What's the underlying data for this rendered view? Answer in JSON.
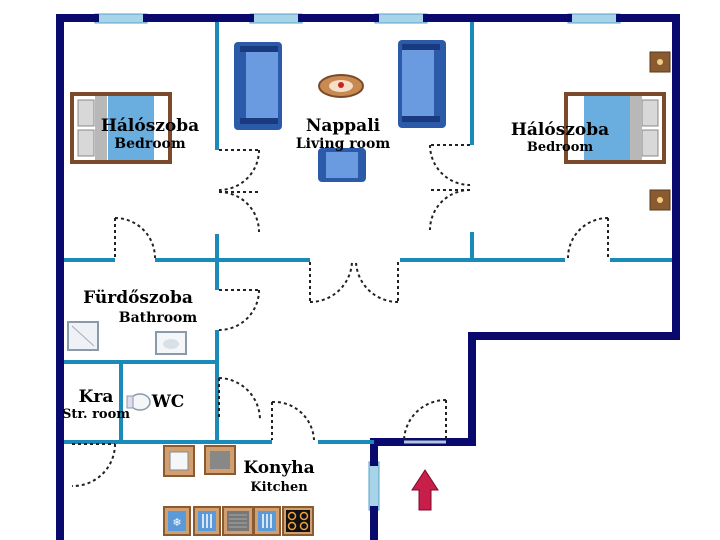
{
  "rooms": {
    "bedroom_left": {
      "hu": "Hálószoba",
      "en": "Bedroom"
    },
    "living": {
      "hu": "Nappali",
      "en": "Living room"
    },
    "bedroom_right": {
      "hu": "Hálószoba",
      "en": "Bedroom"
    },
    "bathroom": {
      "hu": "Fürdőszoba",
      "en": "Bathroom"
    },
    "storage": {
      "hu": "Kra",
      "en": "Str. room"
    },
    "wc": {
      "hu": "WC"
    },
    "kitchen": {
      "hu": "Konyha",
      "en": "Kitchen"
    }
  },
  "colors": {
    "outer_wall": "#0a0a6e",
    "inner_wall": "#1a8ab8",
    "window": "#a8d4ea",
    "furniture_blue": "#3a6fc0",
    "bed_blue": "#6aaee0",
    "wood": "#7a4a2a",
    "counter": "#d2a070",
    "entrance_arrow": "#c81e4a"
  },
  "icons": [
    "bed-icon",
    "armchair-icon",
    "sofa-icon",
    "coffee-table-icon",
    "sink-icon",
    "toilet-icon",
    "stove-icon",
    "fridge-icon",
    "dishwasher-icon",
    "oven-icon",
    "entrance-arrow-icon"
  ]
}
